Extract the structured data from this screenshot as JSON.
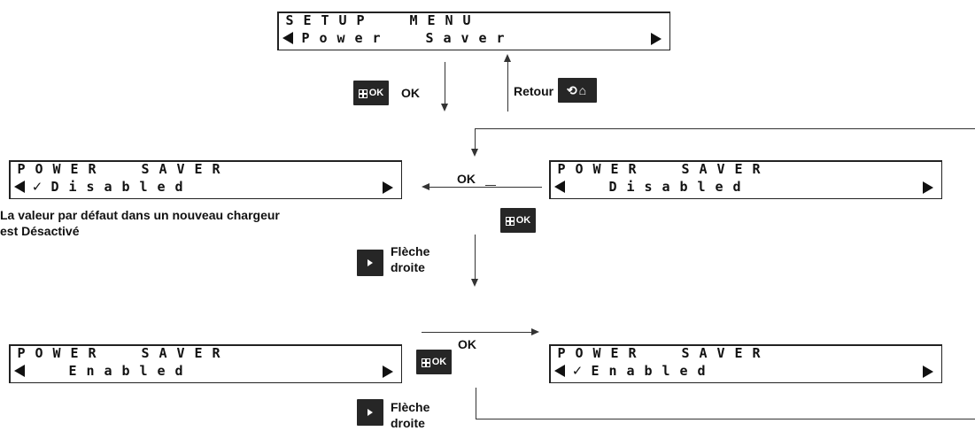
{
  "screens": {
    "setup_menu": {
      "line1": "SETUP  MENU",
      "line2": "Power  Saver"
    },
    "disabled_checked": {
      "line1": "POWER  SAVER",
      "line2": "Disabled"
    },
    "disabled": {
      "line1": "POWER  SAVER",
      "line2": "Disabled"
    },
    "enabled": {
      "line1": "POWER  SAVER",
      "line2": "Enabled"
    },
    "enabled_checked": {
      "line1": "POWER  SAVER",
      "line2": "Enabled"
    }
  },
  "buttons": {
    "ok": "OK"
  },
  "labels": {
    "ok": "OK",
    "retour": "Retour",
    "default_note_line1": "La valeur par défaut dans un nouveau chargeur",
    "default_note_line2": "est Désactivé",
    "fleche_line1": "Flèche",
    "fleche_line2": "droite"
  },
  "icons": {
    "check": "check-icon",
    "back": "back-arrow-icon",
    "home": "home-icon",
    "menu_grid": "menu-grid-icon",
    "play": "play-icon"
  }
}
